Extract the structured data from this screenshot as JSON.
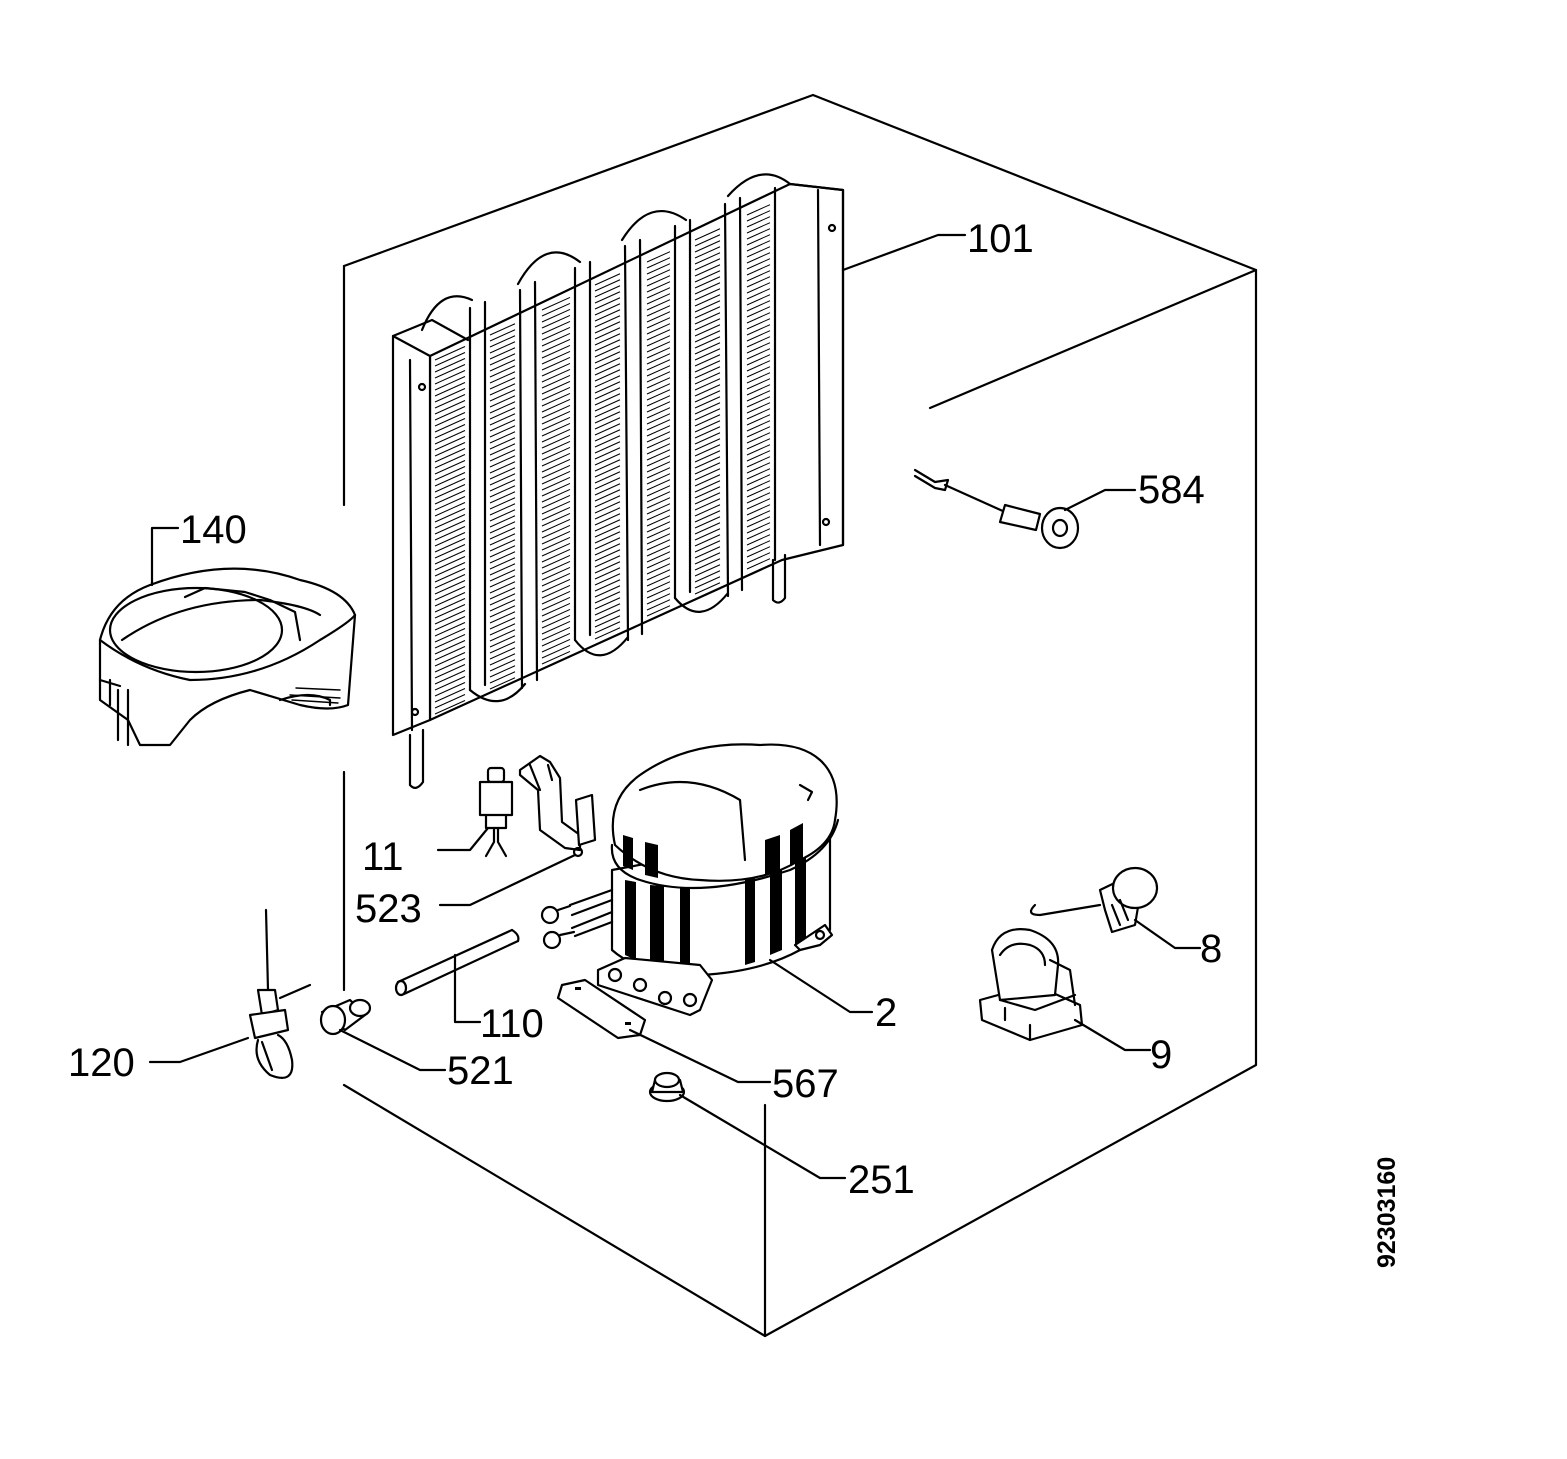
{
  "diagram": {
    "document_number": "92303160",
    "parts": [
      {
        "id": "condenser",
        "label": "101"
      },
      {
        "id": "thermostat-probe",
        "label": "584"
      },
      {
        "id": "drip-tray",
        "label": "140"
      },
      {
        "id": "drier-filter",
        "label": "11"
      },
      {
        "id": "bracket",
        "label": "523"
      },
      {
        "id": "compressor",
        "label": "2"
      },
      {
        "id": "relay",
        "label": "8"
      },
      {
        "id": "overload-clip",
        "label": "9"
      },
      {
        "id": "tube",
        "label": "110"
      },
      {
        "id": "process-pipe",
        "label": "120"
      },
      {
        "id": "grommet",
        "label": "521"
      },
      {
        "id": "mounting-plate",
        "label": "567"
      },
      {
        "id": "rubber-foot",
        "label": "251"
      }
    ]
  }
}
